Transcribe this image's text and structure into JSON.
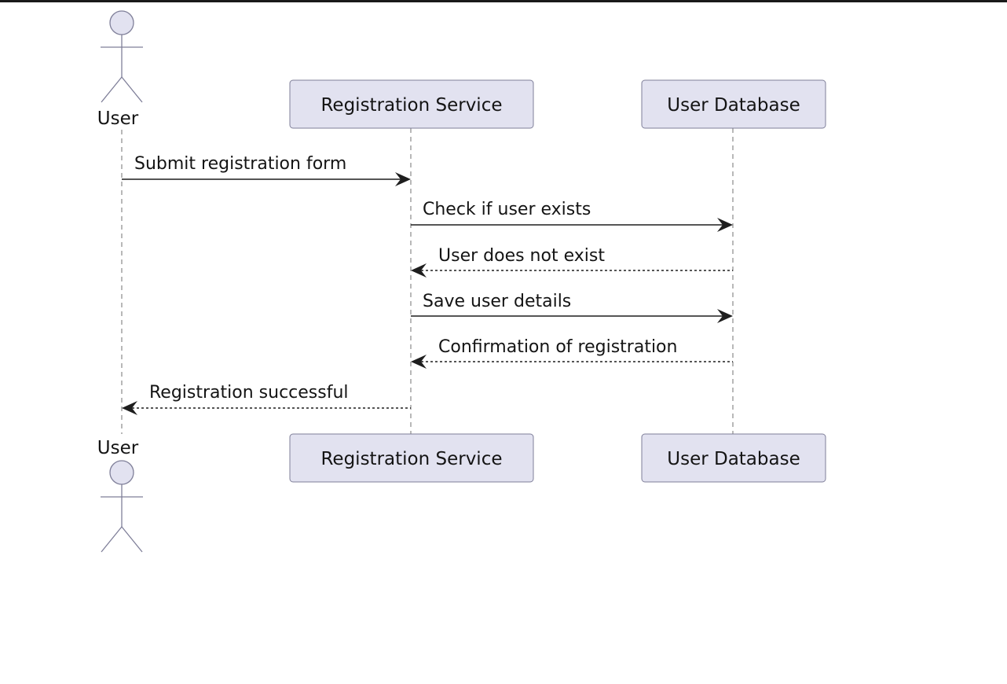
{
  "diagram": {
    "type": "sequence",
    "participants": [
      {
        "id": "user",
        "name": "User",
        "kind": "actor"
      },
      {
        "id": "reg",
        "name": "Registration Service",
        "kind": "participant"
      },
      {
        "id": "db",
        "name": "User Database",
        "kind": "participant"
      }
    ],
    "messages": [
      {
        "from": "user",
        "to": "reg",
        "label": "Submit registration form",
        "style": "solid"
      },
      {
        "from": "reg",
        "to": "db",
        "label": "Check if user exists",
        "style": "solid"
      },
      {
        "from": "db",
        "to": "reg",
        "label": "User does not exist",
        "style": "dashed"
      },
      {
        "from": "reg",
        "to": "db",
        "label": "Save user details",
        "style": "solid"
      },
      {
        "from": "db",
        "to": "reg",
        "label": "Confirmation of registration",
        "style": "dashed"
      },
      {
        "from": "reg",
        "to": "user",
        "label": "Registration successful",
        "style": "dashed"
      }
    ]
  },
  "colors": {
    "participant_fill": "#e2e2f0",
    "participant_border": "#7f7f99",
    "lifeline": "#8a8a8a",
    "arrow": "#1e1e1e",
    "text": "#141414"
  }
}
